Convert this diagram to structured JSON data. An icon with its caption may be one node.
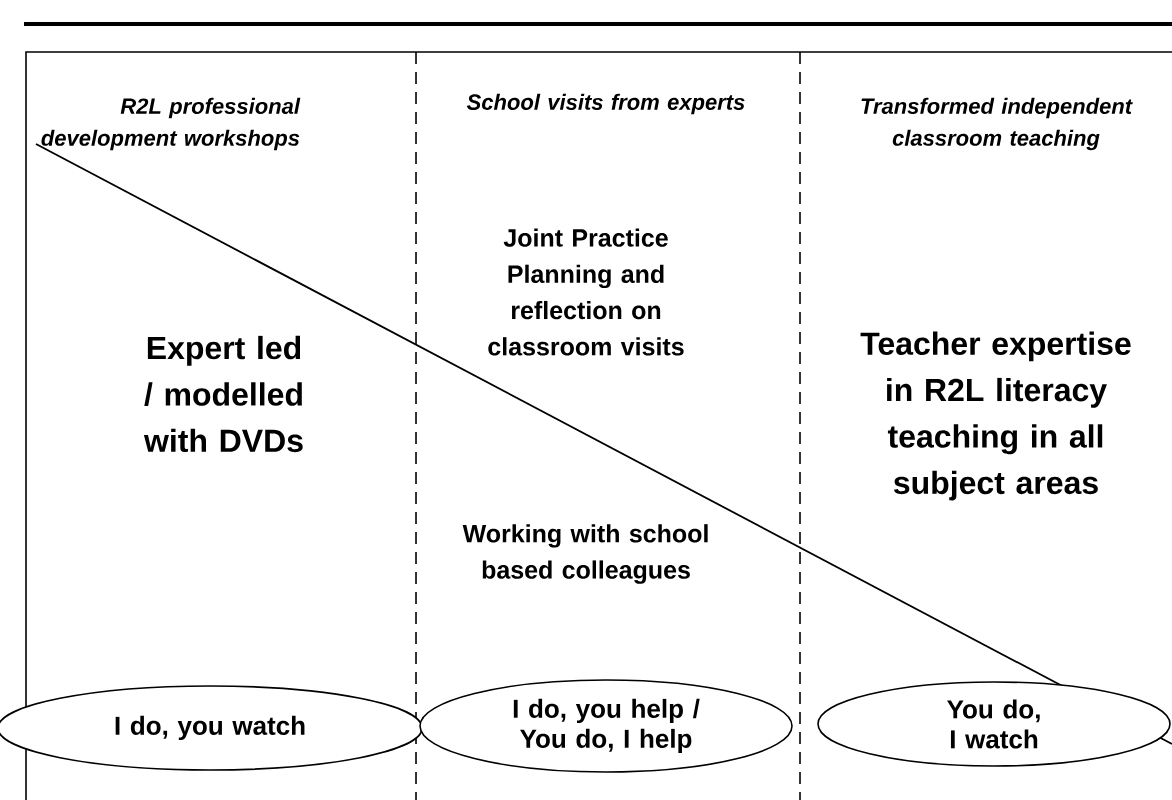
{
  "diagram": {
    "nodes": [
      {
        "text": [
          "I do, you watch"
        ]
      },
      {
        "text": [
          "I do, you help / You do, I help"
        ]
      },
      {
        "text": [
          "You do, I watch"
        ]
      }
    ],
    "labels": [
      "R2L professional development workshops",
      "School visits from experts",
      "Transformed independent classroom teaching",
      "Expert led / modelled with DVDs",
      "Joint Practice Planning and reflection on classroom visits",
      "Teacher expertise in R2L literacy teaching in all subject areas",
      "Working with school based colleagues"
    ]
  }
}
